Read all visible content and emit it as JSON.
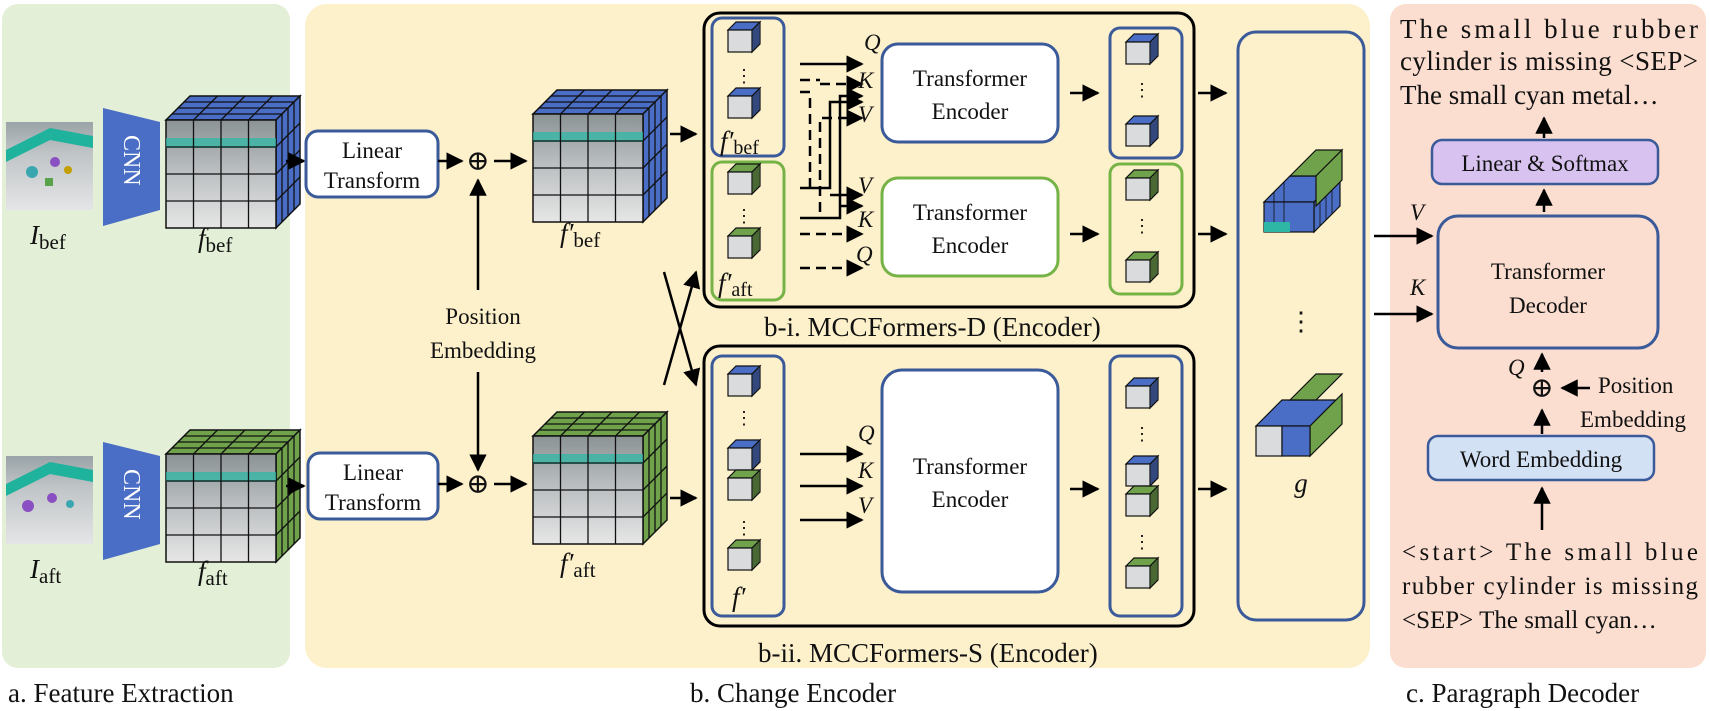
{
  "sections": {
    "a_caption": "a. Feature Extraction",
    "b_caption": "b. Change Encoder",
    "c_caption": "c. Paragraph Decoder",
    "bi_caption": "b-i. MCCFormers-D (Encoder)",
    "bii_caption": "b-ii. MCCFormers-S (Encoder)"
  },
  "feature_extraction": {
    "cnn_label": "CNN",
    "img_bef_base": "I",
    "img_bef_sub": "bef",
    "img_aft_base": "I",
    "img_aft_sub": "aft",
    "feat_bef_base": "f",
    "feat_bef_sub": "bef",
    "feat_aft_base": "f",
    "feat_aft_sub": "aft"
  },
  "change_encoder": {
    "linear_transform_line1": "Linear",
    "linear_transform_line2": "Transform",
    "position_embedding_line1": "Position",
    "position_embedding_line2": "Embedding",
    "oplus": "⊕",
    "fprime_bef_base": "f′",
    "fprime_bef_sub": "bef",
    "fprime_aft_base": "f′",
    "fprime_aft_sub": "aft",
    "fprime": "f′",
    "transformer_line1": "Transformer",
    "transformer_line2": "Encoder",
    "q": "Q",
    "k": "K",
    "v": "V",
    "g": "g",
    "dots": "⋮"
  },
  "paragraph_decoder": {
    "output_text_line1": "The small blue rubber",
    "output_text_line2": "cylinder is missing <SEP>",
    "output_text_line3": "The small cyan metal…",
    "linear_softmax": "Linear & Softmax",
    "transformer_decoder_line1": "Transformer",
    "transformer_decoder_line2": "Decoder",
    "v": "V",
    "k": "K",
    "q": "Q",
    "oplus": "⊕",
    "position_embedding_line1": "Position",
    "position_embedding_line2": "Embedding",
    "word_embedding": "Word Embedding",
    "input_text_line1": "<start> The small blue",
    "input_text_line2": "rubber cylinder is missing",
    "input_text_line3": "<SEP> The small cyan…"
  },
  "colors": {
    "panel_a_bg": "#e3efd6",
    "panel_b_bg": "#fdf1cc",
    "panel_c_bg": "#fbded0",
    "box_blue": "#3b5a9a",
    "green_border": "#76b347",
    "cube_blue": "#4a6dc5",
    "cube_green": "#6fa24b",
    "linear_softmax_fill": "#d8c3f0",
    "word_embedding_fill": "#d3e1f5"
  }
}
